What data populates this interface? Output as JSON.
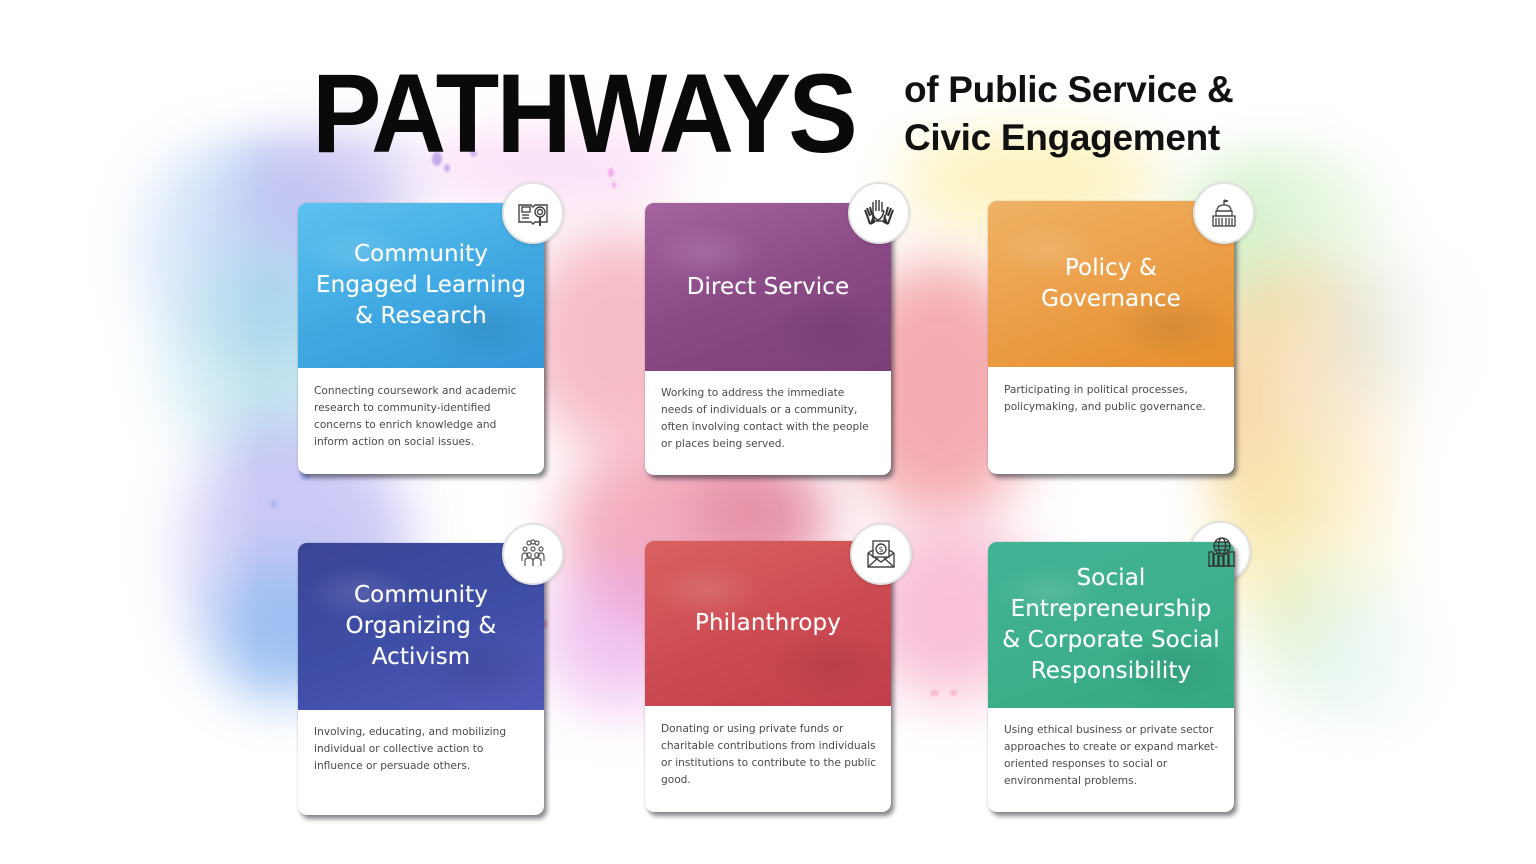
{
  "title": {
    "main": "PATHWAYS",
    "sub_line1": "of Public Service &",
    "sub_line2": "Civic Engagement"
  },
  "cards": [
    {
      "title": "Community Engaged Learning & Research",
      "title_lines": [
        "Community",
        "Engaged Learning",
        "& Research"
      ],
      "description": "Connecting coursework and academic research to community-identified concerns to enrich knowledge and inform action on social issues.",
      "icon": "book-magnifier-icon",
      "color": "#3fa8e2"
    },
    {
      "title": "Direct Service",
      "title_lines": [
        "Direct Service"
      ],
      "description": "Working to address the immediate needs of individuals or a community, often involving contact with the people or places being served.",
      "icon": "raised-hands-icon",
      "color": "#8a4a86"
    },
    {
      "title": "Policy & Governance",
      "title_lines": [
        "Policy &",
        "Governance"
      ],
      "description": "Participating in political processes, policymaking, and public governance.",
      "icon": "capitol-building-icon",
      "color": "#e99a3c"
    },
    {
      "title": "Community Organizing & Activism",
      "title_lines": [
        "Community",
        "Organizing &",
        "Activism"
      ],
      "description": "Involving, educating, and mobilizing individual or collective action to influence or persuade others.",
      "icon": "crowd-people-icon",
      "color": "#3e4da6"
    },
    {
      "title": "Philanthropy",
      "title_lines": [
        "Philanthropy"
      ],
      "description": "Donating or using private funds or charitable contributions from individuals or institutions to contribute to the public good.",
      "icon": "money-envelope-icon",
      "color": "#cc4a52"
    },
    {
      "title": "Social Entrepreneurship & Corporate Social Responsibility",
      "title_lines": [
        "Social",
        "Entrepreneurship",
        "& Corporate Social",
        "Responsibility"
      ],
      "description": "Using ethical business or private sector approaches to create or expand market-oriented responses to social or environmental problems.",
      "icon": "globe-city-icon",
      "color": "#3db08e"
    }
  ]
}
